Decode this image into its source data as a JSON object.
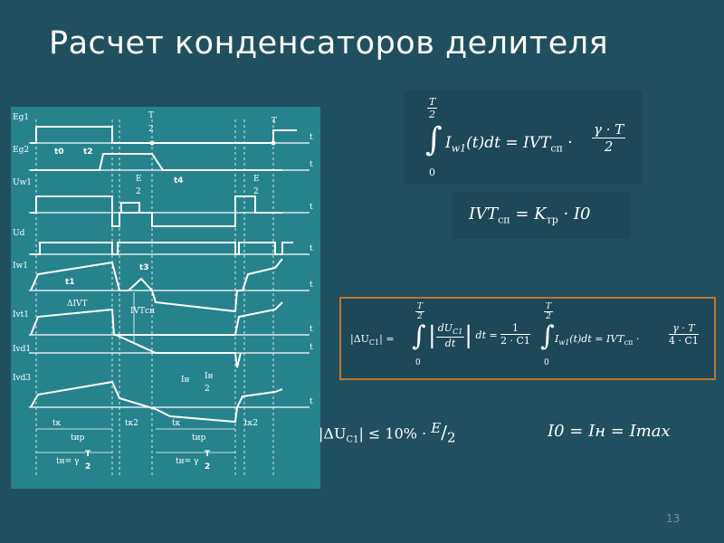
{
  "title": "Расчет конденсаторов делителя",
  "page_number": "13",
  "diagram": {
    "signals": [
      "Eg1",
      "Eg2",
      "Uw1",
      "Ud",
      "Iw1",
      "Ivt1",
      "Ivd1",
      "Ivd3"
    ],
    "time_axis": "t",
    "annotations": {
      "t0": "t0",
      "t2": "t2",
      "t4": "t4",
      "t1": "t1",
      "t3": "t3",
      "T_half_num": "T",
      "T_half_den": "2",
      "T": "T",
      "E_half_num": "E",
      "E_half_den": "2",
      "dIVT": "ΔIVT",
      "IVTsp": "IVTсп",
      "In": "Iн",
      "In_half_num": "Iн",
      "In_half_den": "2",
      "tk": "tк",
      "tk2": "tк2",
      "tir": "tир",
      "tn": "tн= γ",
      "tn_num": "T",
      "tn_den": "2"
    }
  },
  "equations": {
    "eq1": {
      "lhs": "I",
      "lhs_sub": "w1",
      "rhs": "IVT",
      "rhs_sub": "сп",
      "frac_num": "γ · T",
      "frac_den": "2",
      "upper_num": "T",
      "upper_den": "2",
      "lower": "0"
    },
    "eq2": {
      "lhs": "IVT",
      "lhs_sub": "сп",
      "rhs": "K",
      "rhs_sub": "тр",
      "tail": "· I0"
    },
    "eq3": {
      "lhs": "|ΔU",
      "lhs_sub": "C1",
      "upper_num": "T",
      "upper_den": "2",
      "lower": "0",
      "d_num": "dU",
      "d_num_sub": "C1",
      "d_den": "dt",
      "f1_num": "1",
      "f1_den": "2 · C1",
      "f2_num": "γ · T",
      "f2_den": "4 · C1"
    },
    "eq4": {
      "lhs": "|ΔU",
      "lhs_sub": "C1",
      "rel": "| ≤ 10% ·",
      "num": "E",
      "den": "2"
    },
    "eq5": {
      "text": "I0 = Iн = Imax"
    }
  }
}
